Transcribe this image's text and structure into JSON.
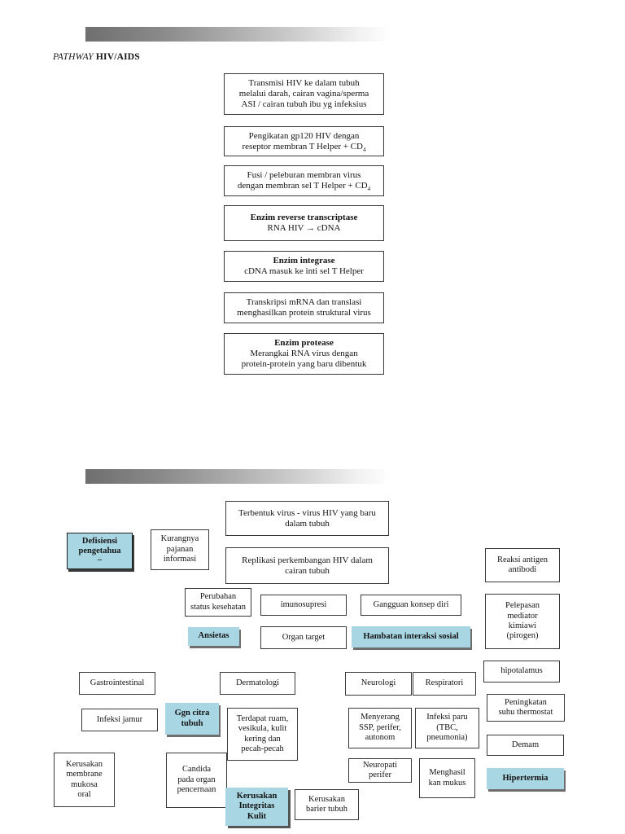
{
  "page": {
    "title_italic": "PATHWAY",
    "title_bold": "HIV/AIDS"
  },
  "colors": {
    "highlight_blue": "#a9d6e3",
    "box_border": "#383838",
    "shadow_gray": "#6e6e6e"
  },
  "boxes": {
    "transmisi": {
      "text": "Transmisi HIV ke dalam tubuh\nmelalui darah, cairan vagina/sperma\nASI / cairan tubuh ibu yg infeksius"
    },
    "pengikatan": {
      "text": "Pengikatan gp120  HIV dengan\nreseptor membran T Helper + CD",
      "sub": "4"
    },
    "fusi": {
      "text": "Fusi / peleburan membran virus\ndengan membran sel  T  Helper + CD",
      "sub": "4"
    },
    "reverse": {
      "title": "Enzim reverse transcriptase",
      "body": "RNA HIV → cDNA"
    },
    "integrase": {
      "title": "Enzim integrase",
      "body": "cDNA masuk ke inti sel  T Helper"
    },
    "transkripsi": {
      "text": "Transkripsi mRNA dan translasi\nmenghasilkan protein struktural virus"
    },
    "protease": {
      "title": "Enzim protease",
      "body": "Merangkai RNA virus dengan\nprotein-protein yang baru dibentuk"
    },
    "terbentuk": {
      "text": "Terbentuk virus - virus HIV yang baru\ndalam tubuh"
    },
    "defisiensi": {
      "text": "Defisiensi\npengetahua\n–"
    },
    "kurangnya": {
      "text": "Kurangnya\npajanan\ninformasi"
    },
    "replikasi": {
      "text": "Replikasi perkembangan HIV dalam\ncairan tubuh"
    },
    "reaksi_antigen": {
      "text": "Reaksi antigen\nantibodi"
    },
    "perubahan": {
      "text": "Perubahan\nstatus kesehatan"
    },
    "imunosupresi": {
      "text": "imunosupresi"
    },
    "gangguan_konsep": {
      "text": "Gangguan konsep diri"
    },
    "pelepasan": {
      "text": "Pelepasan\nmediator\nkimiawi\n(pirogen)"
    },
    "ansietas": {
      "text": "Ansietas"
    },
    "organ_target": {
      "text": "Organ target"
    },
    "hambatan": {
      "text": "Hambatan interaksi sosial"
    },
    "hipotalamus": {
      "text": "hipotalamus"
    },
    "gastrointestinal": {
      "text": "Gastrointestinal"
    },
    "dermatologi": {
      "text": "Dermatologi"
    },
    "neurologi": {
      "text": "Neurologi"
    },
    "respiratori": {
      "text": "Respiratori"
    },
    "peningkatan": {
      "text": "Peningkatan\nsuhu thermostat"
    },
    "infeksi_jamur": {
      "text": "Infeksi jamur"
    },
    "ggn_citra": {
      "text": "Ggn citra\ntubuh"
    },
    "terdapat_ruam": {
      "text": "Terdapat ruam,\nvesikula, kulit\nkering dan\npecah-pecah"
    },
    "menyerang": {
      "text": "Menyerang\nSSP, perifer,\nautonom"
    },
    "infeksi_paru": {
      "text": "Infeksi paru\n(TBC,\npneumonia)"
    },
    "demam": {
      "text": "Demam"
    },
    "kerusakan_membrane": {
      "text": "Kerusakan\nmembrane\nmukosa\noral"
    },
    "candida": {
      "text": "Candida\npada organ\npencernaan"
    },
    "neuropati": {
      "text": "Neuropati\nperifer"
    },
    "menghasil": {
      "text": "Menghasil\nkan mukus"
    },
    "hipertermia": {
      "text": "Hipertermia"
    },
    "kerusakan_integritas": {
      "text": "Kerusakan\nIntegritas\nKulit"
    },
    "kerusakan_barier": {
      "text": "Kerusakan\nbarier tubuh"
    }
  }
}
